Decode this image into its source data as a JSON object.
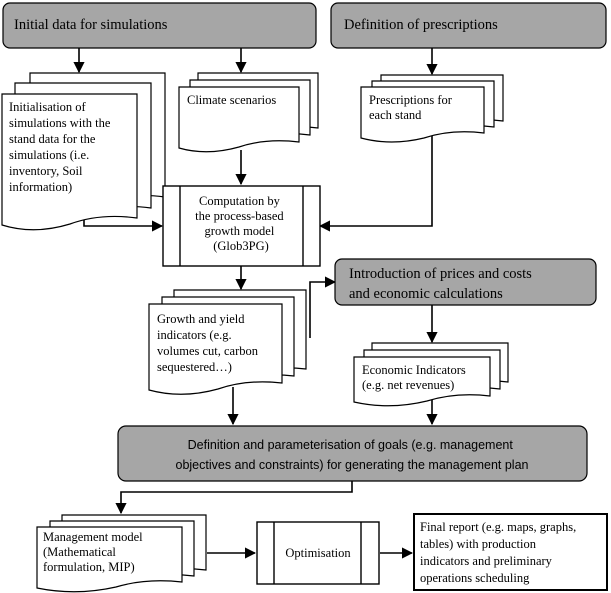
{
  "nodes": {
    "initial_data": {
      "lines": [
        "Initial data for simulations"
      ]
    },
    "definition_prescriptions": {
      "lines": [
        "Definition of prescriptions"
      ]
    },
    "initialisation_doc": {
      "lines": [
        "Initialisation of",
        "simulations with the",
        "stand data for the",
        "simulations (i.e.",
        "inventory, Soil",
        "information)"
      ]
    },
    "climate_doc": {
      "lines": [
        "Climate scenarios"
      ]
    },
    "prescriptions_doc": {
      "lines": [
        "Prescriptions for",
        "each stand"
      ]
    },
    "computation_process": {
      "lines": [
        "Computation by",
        "the process-based",
        "growth model",
        "(Glob3PG)"
      ]
    },
    "prices_costs": {
      "lines": [
        "Introduction of prices and costs",
        "and economic calculations"
      ]
    },
    "growth_doc": {
      "lines": [
        "Growth and yield",
        "indicators (e.g.",
        "volumes cut, carbon",
        "sequestered…)"
      ]
    },
    "economic_doc": {
      "lines": [
        "Economic Indicators",
        "(e.g. net revenues)"
      ]
    },
    "goals": {
      "lines": [
        "Definition and parameterisation of goals (e.g. management",
        "objectives and constraints) for generating the management plan"
      ]
    },
    "management_doc": {
      "lines": [
        "Management model",
        "(Mathematical",
        "formulation, MIP)"
      ]
    },
    "optimisation_process": {
      "lines": [
        "Optimisation"
      ]
    },
    "final_report": {
      "lines": [
        "Final report (e.g. maps, graphs,",
        "tables) with production",
        "indicators and preliminary",
        "operations scheduling"
      ]
    }
  },
  "colors": {
    "terminal_fill": "#a6a6a6",
    "line": "#000000",
    "doc_fill": "#ffffff"
  }
}
